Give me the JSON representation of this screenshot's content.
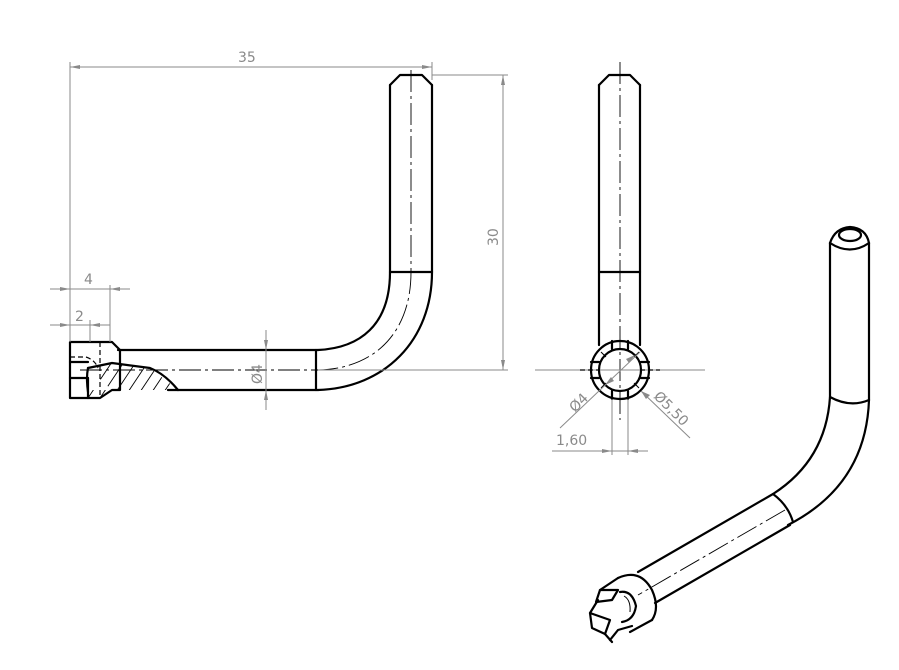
{
  "drawing": {
    "views": [
      "front-view",
      "side-view",
      "isometric-view"
    ],
    "dimensions": {
      "overall_length": "35",
      "overall_height": "30",
      "head_length": "4",
      "slot_depth": "2",
      "shaft_diameter": "Ø4",
      "side_inner_diameter": "Ø4",
      "side_outer_diameter": "Ø5,50",
      "slot_width": "1,60"
    },
    "colors": {
      "line": "#000000",
      "dimension": "#8a8a8a",
      "background": "#ffffff"
    }
  }
}
